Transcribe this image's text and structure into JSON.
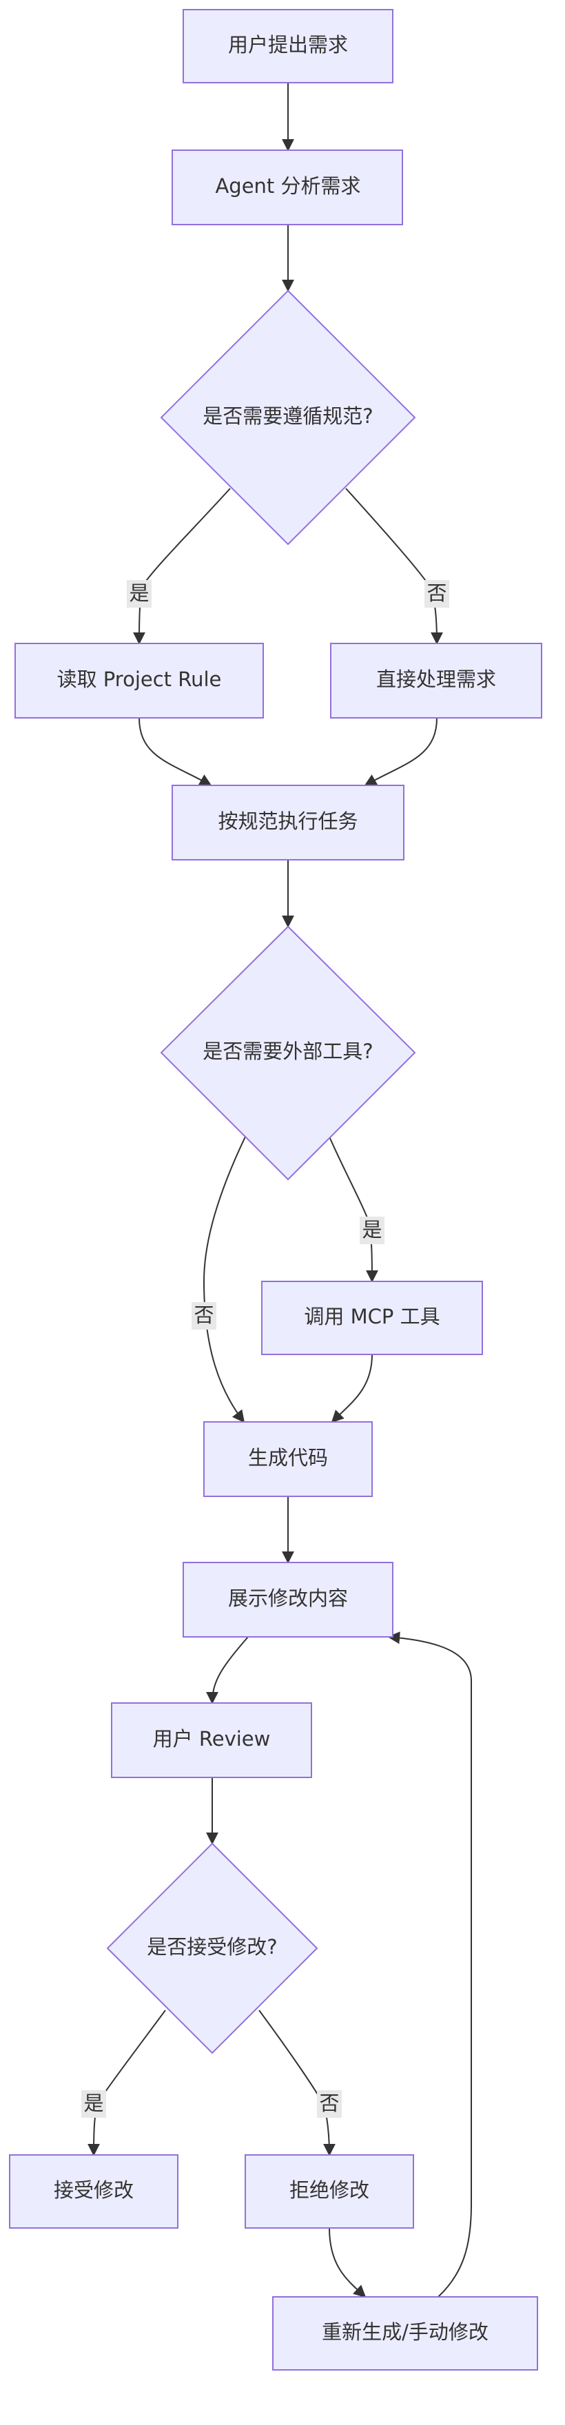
{
  "nodes": {
    "user_request": "用户提出需求",
    "agent_analyze": "Agent 分析需求",
    "need_rules": "是否需要遵循规范?",
    "read_rule": "读取 Project Rule",
    "direct_handle": "直接处理需求",
    "execute_task": "按规范执行任务",
    "need_tools": "是否需要外部工具?",
    "call_mcp": "调用 MCP 工具",
    "generate_code": "生成代码",
    "show_changes": "展示修改内容",
    "user_review": "用户 Review",
    "accept_q": "是否接受修改?",
    "accept": "接受修改",
    "reject": "拒绝修改",
    "regenerate": "重新生成/手动修改"
  },
  "edge_labels": {
    "rules_yes": "是",
    "rules_no": "否",
    "tools_yes": "是",
    "tools_no": "否",
    "accept_yes": "是",
    "accept_no": "否"
  },
  "colors": {
    "node_fill": "#ececff",
    "node_stroke": "#9370db",
    "edge": "#333333",
    "label_bg": "#e8e8e8",
    "text": "#333333"
  }
}
